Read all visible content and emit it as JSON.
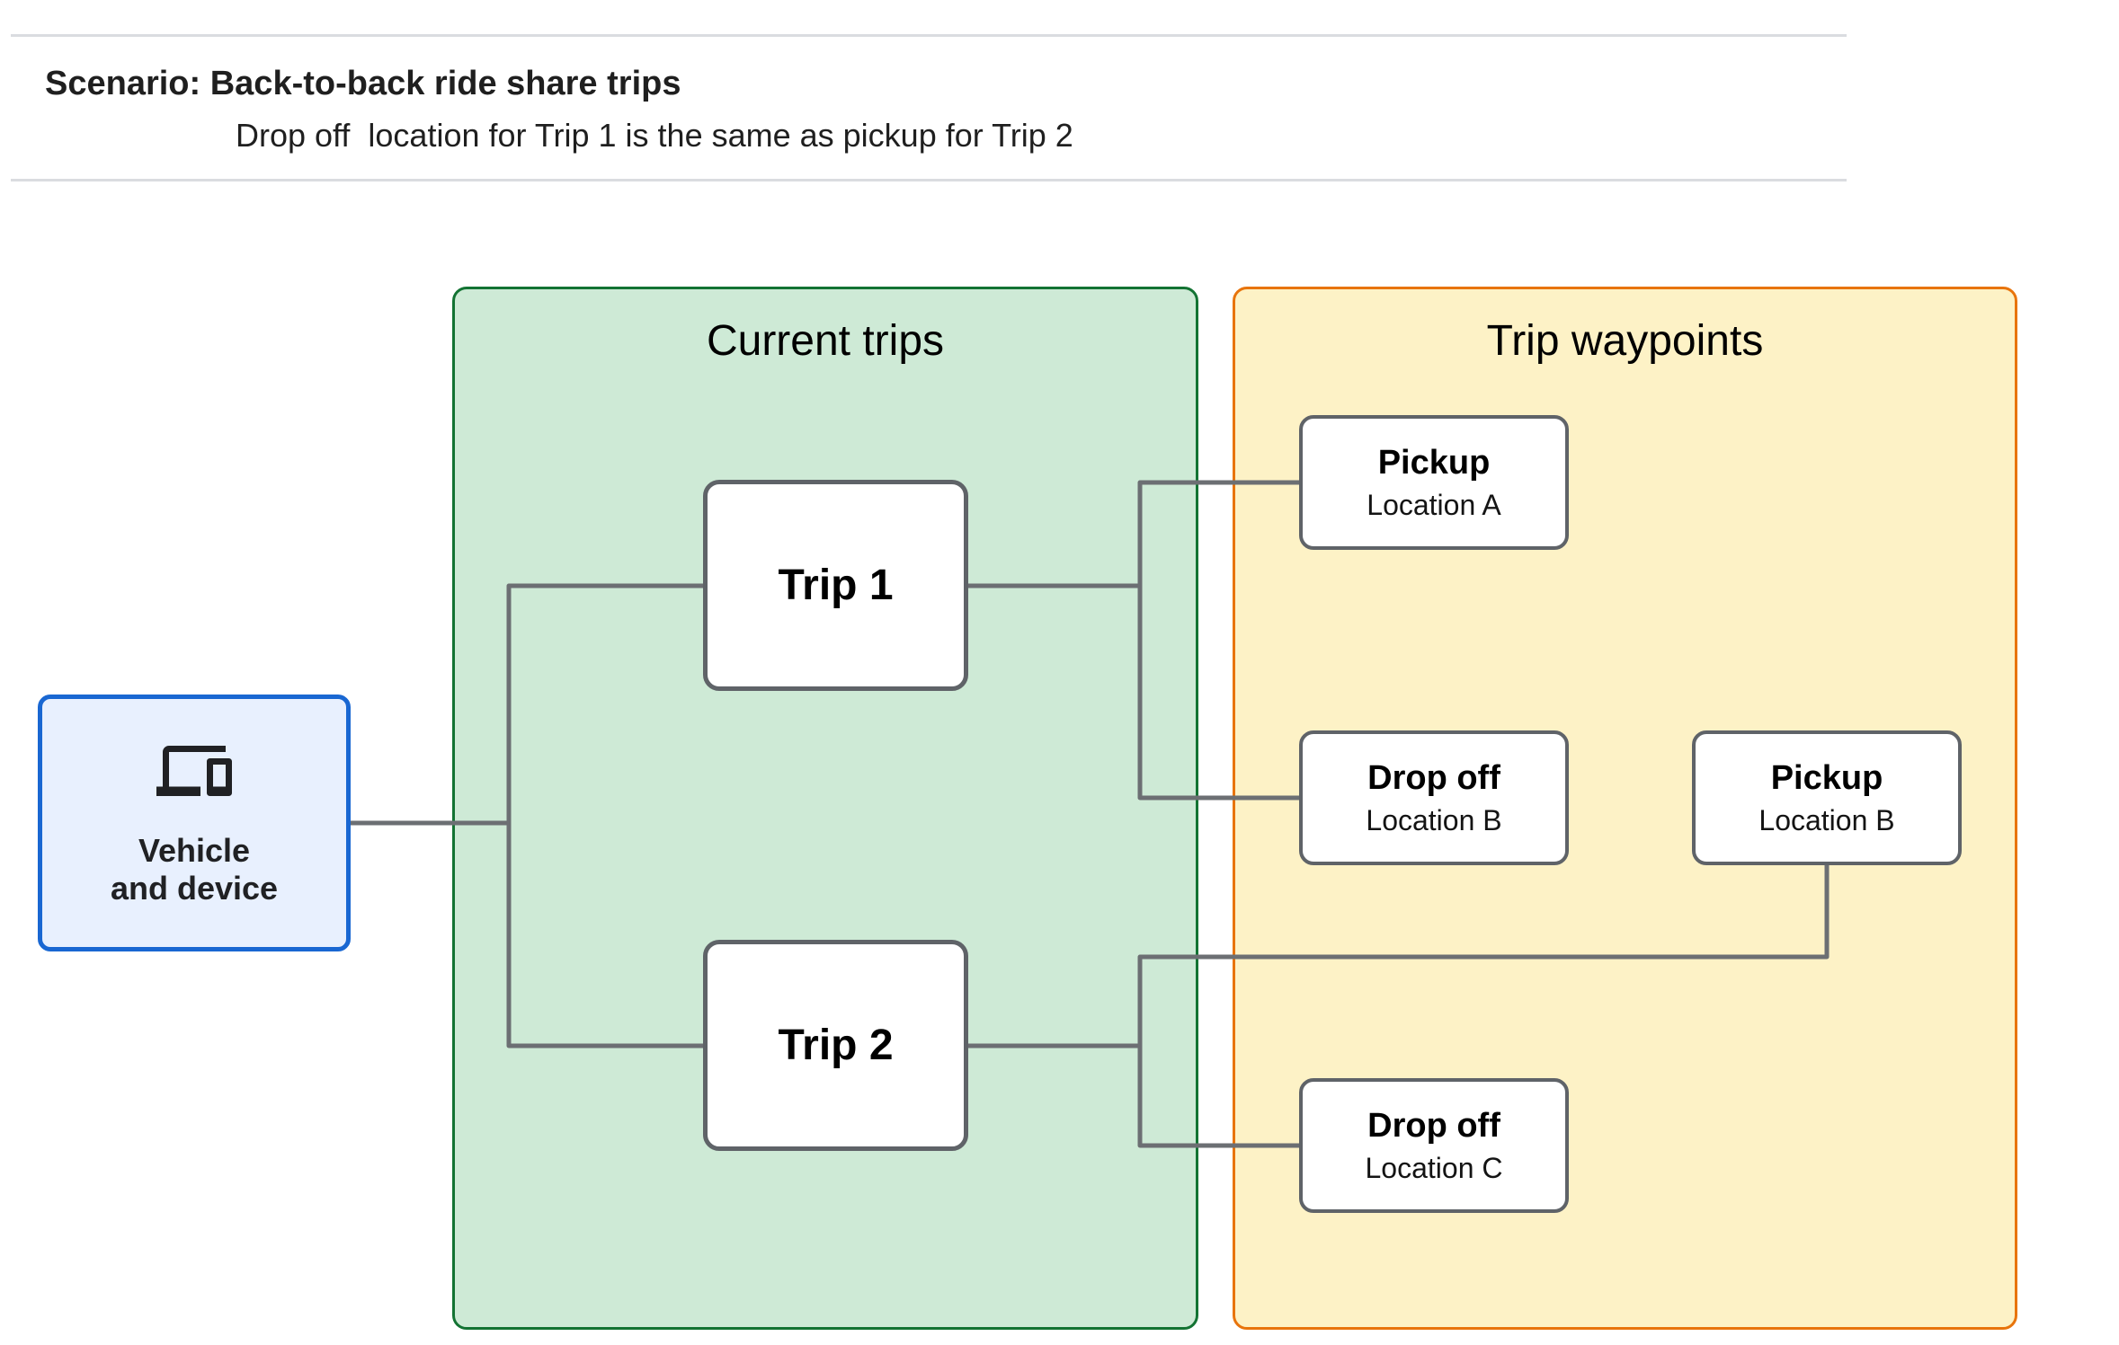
{
  "header": {
    "title": "Scenario: Back-to-back ride share trips",
    "subtitle": "Drop off  location for Trip 1 is the same as pickup for Trip 2"
  },
  "vehicle_node": {
    "icon": "devices-icon",
    "label": "Vehicle\nand device"
  },
  "panels": {
    "current_trips": {
      "title": "Current trips",
      "nodes": [
        {
          "label": "Trip 1"
        },
        {
          "label": "Trip 2"
        }
      ]
    },
    "trip_waypoints": {
      "title": "Trip waypoints",
      "nodes": [
        {
          "title": "Pickup",
          "subtitle": "Location A"
        },
        {
          "title": "Drop off",
          "subtitle": "Location B"
        },
        {
          "title": "Pickup",
          "subtitle": "Location B"
        },
        {
          "title": "Drop off",
          "subtitle": "Location C"
        }
      ]
    }
  },
  "connections": [
    "vehicle-to-trip-branch",
    "branch-to-trip1-and-trip2",
    "trip1-to-pickup-a",
    "trip1-to-dropoff-b",
    "trip2-to-dropoff-c",
    "pickup-b-to-trip2-branch"
  ],
  "colors": {
    "panel_green_fill": "#CEEAD6",
    "panel_green_border": "#137333",
    "panel_yellow_fill": "#FDF2C6",
    "panel_yellow_border": "#E8740C",
    "vehicle_fill": "#E8F0FE",
    "vehicle_border": "#1967D2",
    "node_border": "#5F6368",
    "connector": "#6C6F73",
    "divider": "#DADCE0",
    "text": "#1F1F1F"
  }
}
